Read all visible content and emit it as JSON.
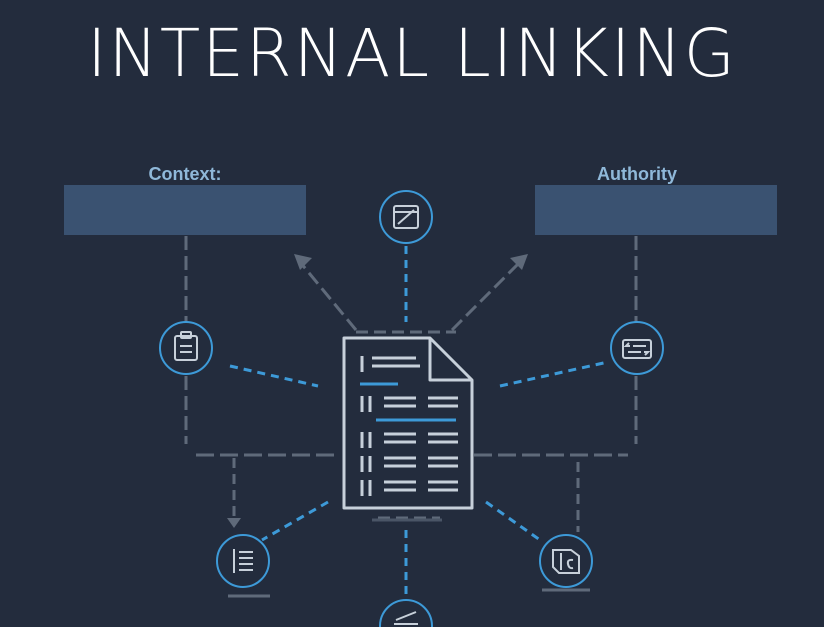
{
  "title": "INTERNAL LINKING",
  "labels": {
    "context": "Context:",
    "authority": "Authority"
  },
  "icons": [
    "refresh-icon",
    "clipboard-icon",
    "swap-icon",
    "list-icon",
    "puzzle-icon",
    "partial-bottom-icon",
    "document-icon"
  ],
  "colors": {
    "background": "#232c3d",
    "box": "#3a5271",
    "label": "#8fb8d9",
    "accent": "#3d9ad8",
    "line": "#6b7686",
    "icon": "#c7d0da"
  }
}
